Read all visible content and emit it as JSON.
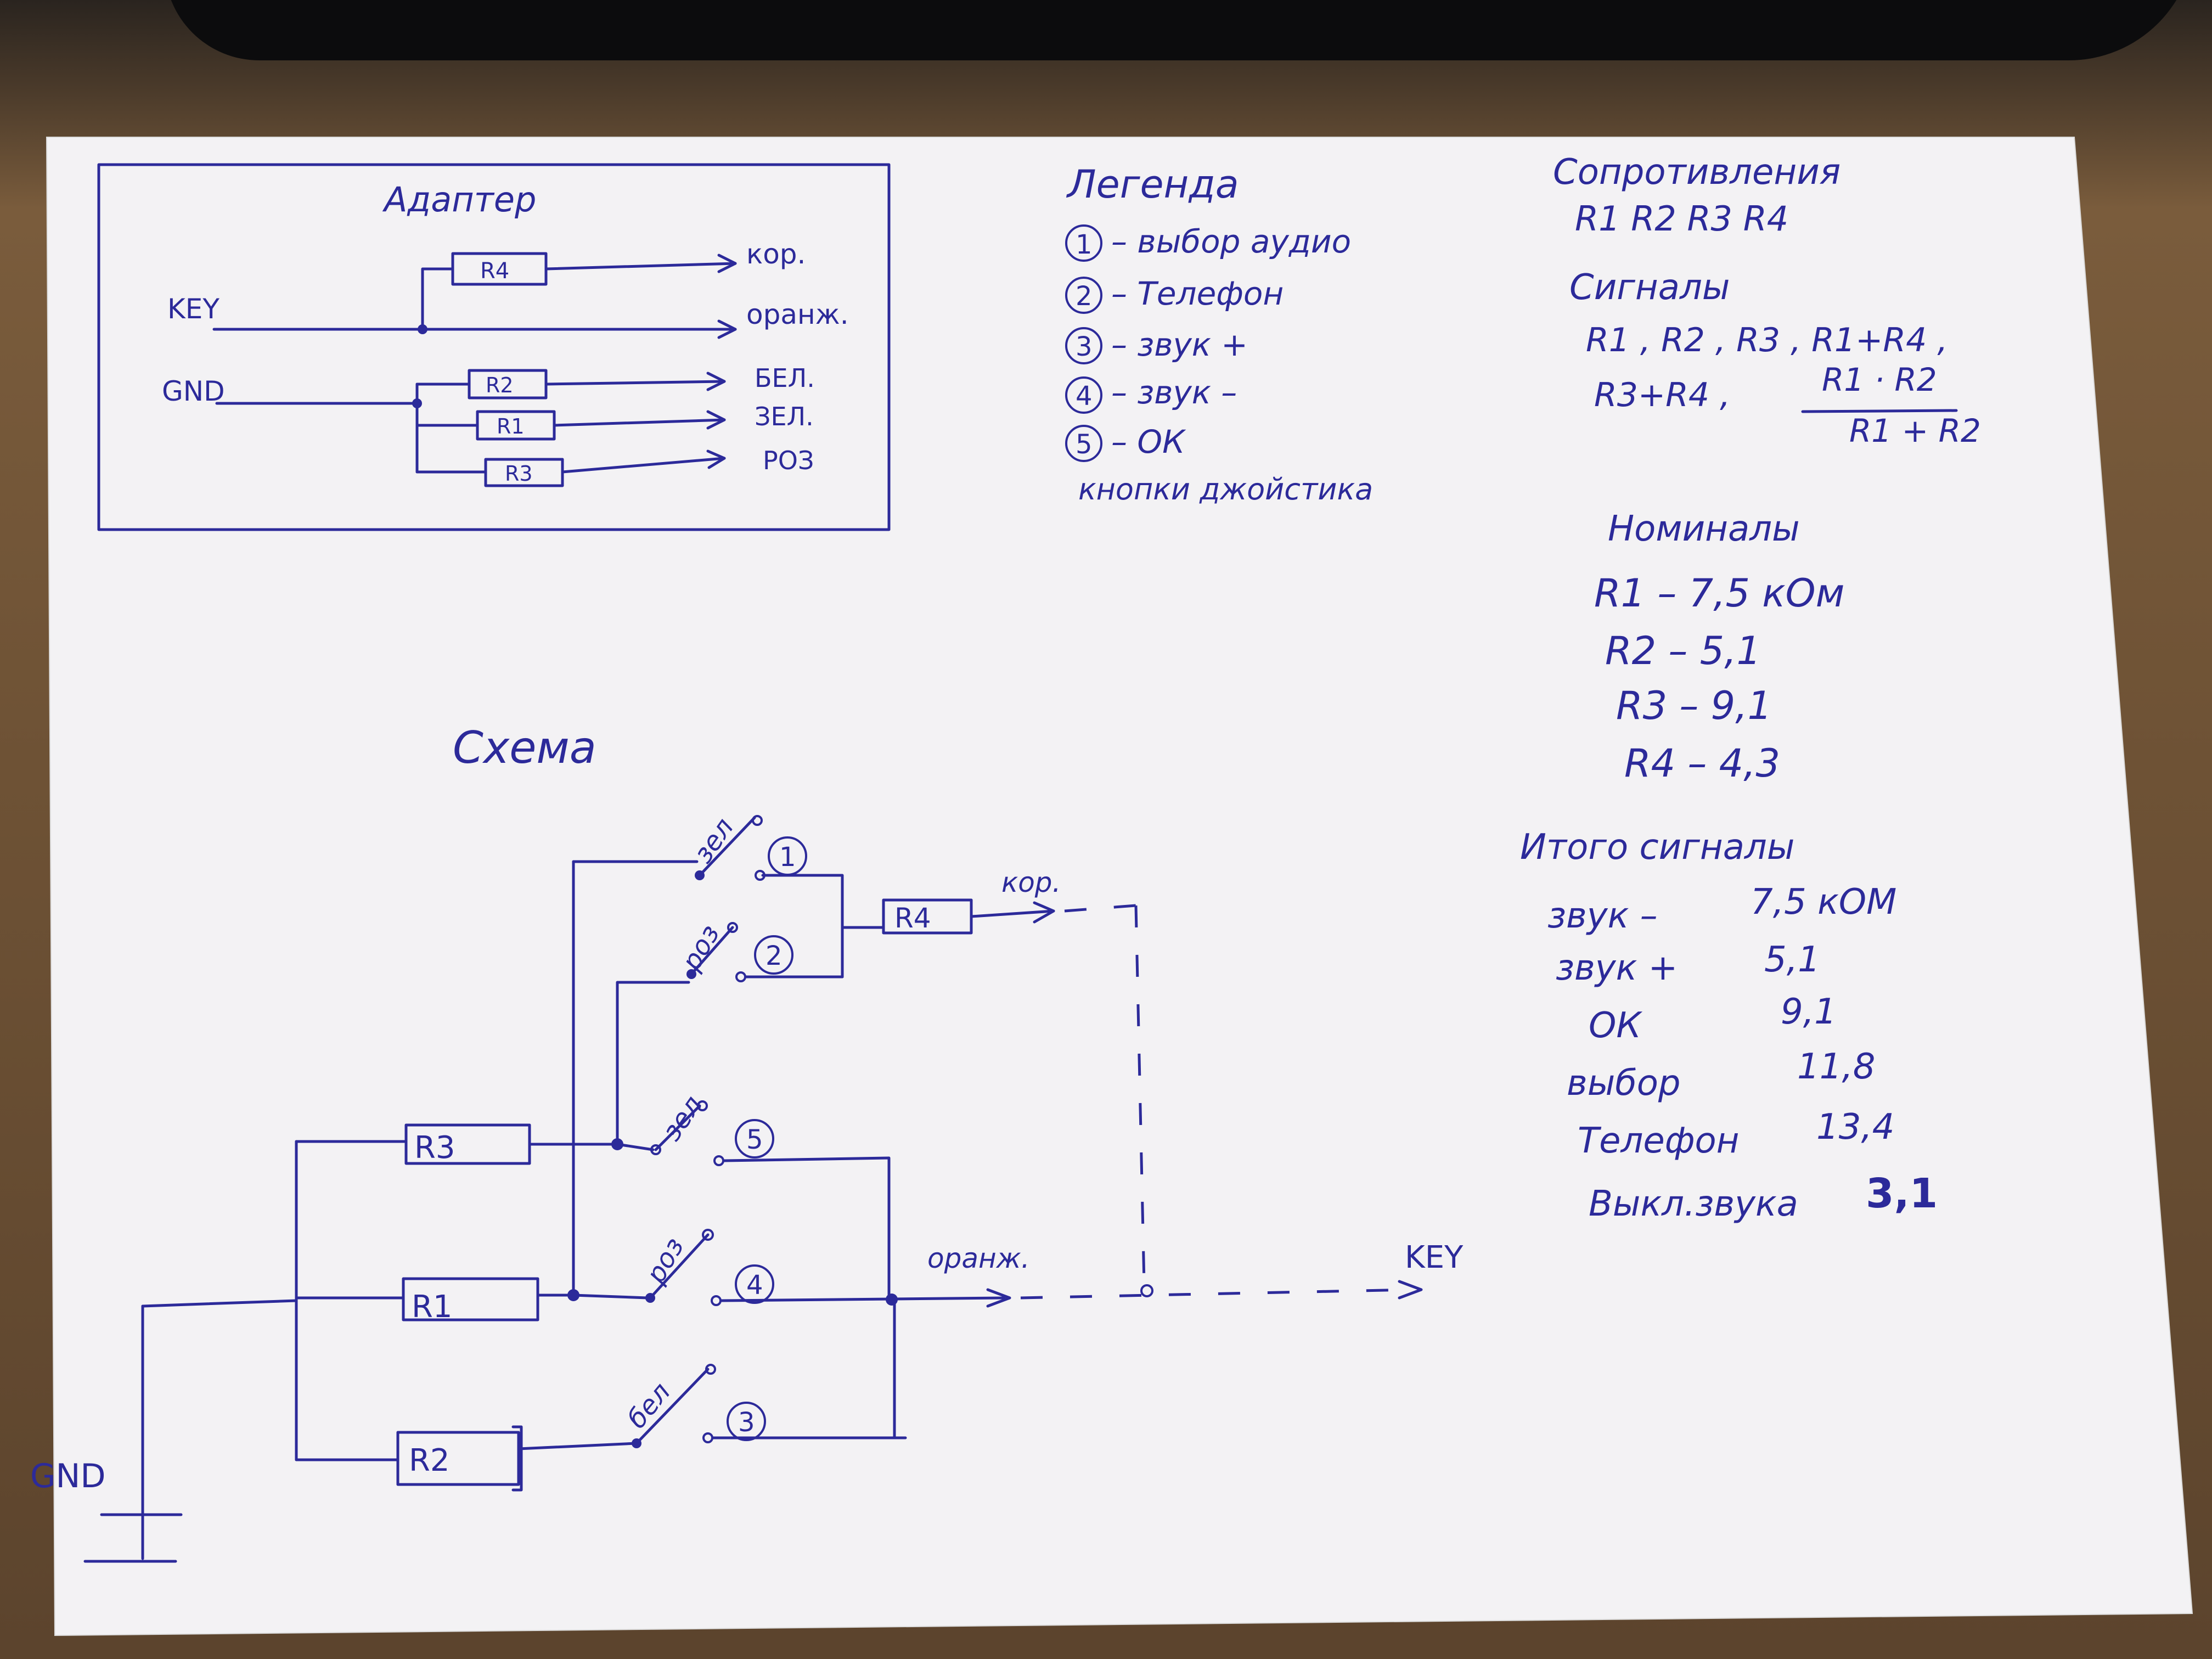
{
  "adapter": {
    "title": "Адаптер",
    "key_label": "KEY",
    "gnd_label": "GND",
    "resistors": [
      "R4",
      "R2",
      "R1",
      "R3"
    ],
    "wire_labels": [
      "кор.",
      "оранж.",
      "БЕЛ.",
      "ЗЕЛ.",
      "РОЗ"
    ]
  },
  "legend": {
    "title": "Легенда",
    "items": [
      {
        "num": "1",
        "text": "– выбор аудио"
      },
      {
        "num": "2",
        "text": "– Телефон"
      },
      {
        "num": "3",
        "text": "– звук +"
      },
      {
        "num": "4",
        "text": "– звук –"
      },
      {
        "num": "5",
        "text": "– ОК"
      }
    ],
    "footer": "кнопки джойстика"
  },
  "resistances": {
    "title": "Сопротивления",
    "list": "R1   R2   R3   R4"
  },
  "signals": {
    "title": "Сигналы",
    "line1": "R1 , R2 , R3 , R1+R4 ,",
    "line2": "R3+R4 ,",
    "fraction_num": "R1 · R2",
    "fraction_den": "R1 + R2"
  },
  "nominals": {
    "title": "Номиналы",
    "items": [
      "R1 – 7,5 кОм",
      "R2 – 5,1",
      "R3 – 9,1",
      "R4 – 4,3"
    ]
  },
  "totals": {
    "title": "Итого сигналы",
    "rows": [
      {
        "label": "звук –",
        "value": "7,5 кОМ"
      },
      {
        "label": "звук +",
        "value": "5,1"
      },
      {
        "label": "ОК",
        "value": "9,1"
      },
      {
        "label": "выбор",
        "value": "11,8"
      },
      {
        "label": "Телефон",
        "value": "13,4"
      },
      {
        "label": "Выкл.звука",
        "value": "3,1"
      }
    ]
  },
  "scheme": {
    "title": "Схема",
    "gnd_label": "GND",
    "key_label": "KEY",
    "kor_label": "кор.",
    "oranzh_label": "оранж.",
    "r4": "R4",
    "r3": "R3",
    "r1": "R1",
    "r2": "R2",
    "switches": [
      {
        "wire": "зел",
        "num": "1"
      },
      {
        "wire": "роз",
        "num": "2"
      },
      {
        "wire": "зел",
        "num": "5"
      },
      {
        "wire": "роз",
        "num": "4"
      },
      {
        "wire": "бел",
        "num": "3"
      }
    ]
  },
  "colors": {
    "ink": "#2c2a9a",
    "paper": "#f3f2f4",
    "desk": "#6b5236"
  }
}
